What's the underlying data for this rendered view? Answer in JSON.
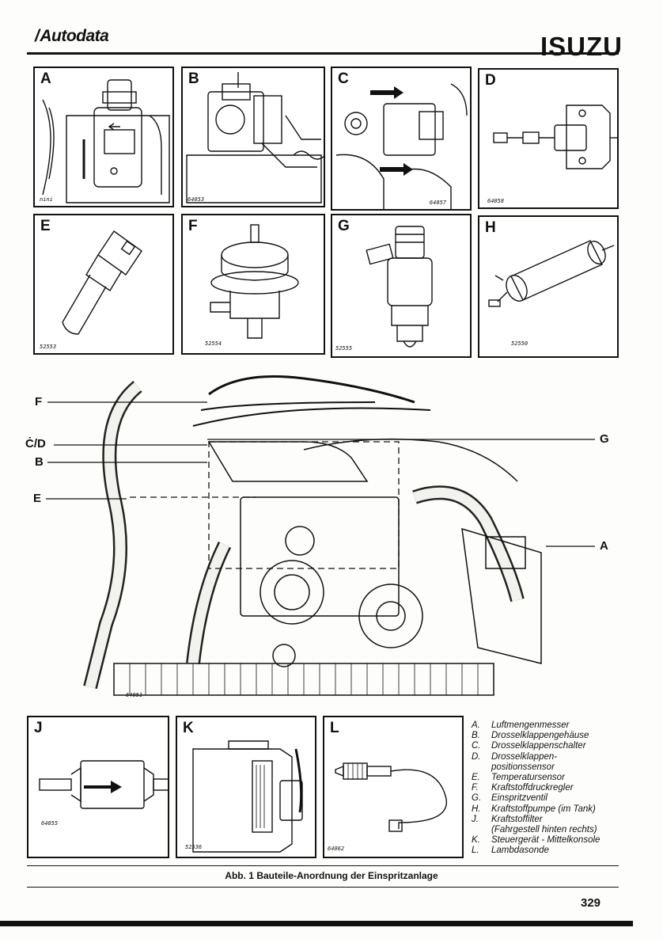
{
  "header": {
    "brand": "Autodata",
    "make": "ISUZU"
  },
  "panels": [
    {
      "label": "A",
      "ref": "nini"
    },
    {
      "label": "B",
      "ref": "64053"
    },
    {
      "label": "C",
      "ref": "64057"
    },
    {
      "label": "D",
      "ref": "64058"
    },
    {
      "label": "E",
      "ref": "52553"
    },
    {
      "label": "F",
      "ref": "52554"
    },
    {
      "label": "G",
      "ref": "52555"
    },
    {
      "label": "H",
      "ref": "52550"
    }
  ],
  "main_figure": {
    "ref": "64051",
    "callouts": {
      "F": "F",
      "CD": "Ċ/D",
      "B": "B",
      "E": "E",
      "G": "G",
      "A": "A"
    }
  },
  "bottom_panels": [
    {
      "label": "J",
      "ref": "64055"
    },
    {
      "label": "K",
      "ref": "52536"
    },
    {
      "label": "L",
      "ref": "64062"
    }
  ],
  "legend": [
    {
      "key": "A.",
      "text": "Luftmengenmesser"
    },
    {
      "key": "B.",
      "text": "Drosselklappengehäuse"
    },
    {
      "key": "C.",
      "text": "Drosselklappenschalter"
    },
    {
      "key": "D.",
      "text": "Drosselklappen-"
    },
    {
      "key": "",
      "text": "positionssensor"
    },
    {
      "key": "E.",
      "text": "Temperatursensor"
    },
    {
      "key": "F.",
      "text": "Kraftstoffdruckregler"
    },
    {
      "key": "G.",
      "text": "Einspritzventil"
    },
    {
      "key": "H.",
      "text": "Kraftstoffpumpe (im Tank)"
    },
    {
      "key": "J.",
      "text": "Kraftstoffilter"
    },
    {
      "key": "",
      "text": "(Fahrgestell hinten rechts)"
    },
    {
      "key": "K.",
      "text": "Steuergerät - Mittelkonsole"
    },
    {
      "key": "L.",
      "text": "Lambdasonde"
    }
  ],
  "caption": "Abb. 1 Bauteile-Anordnung der Einspritzanlage",
  "page_number": "329"
}
